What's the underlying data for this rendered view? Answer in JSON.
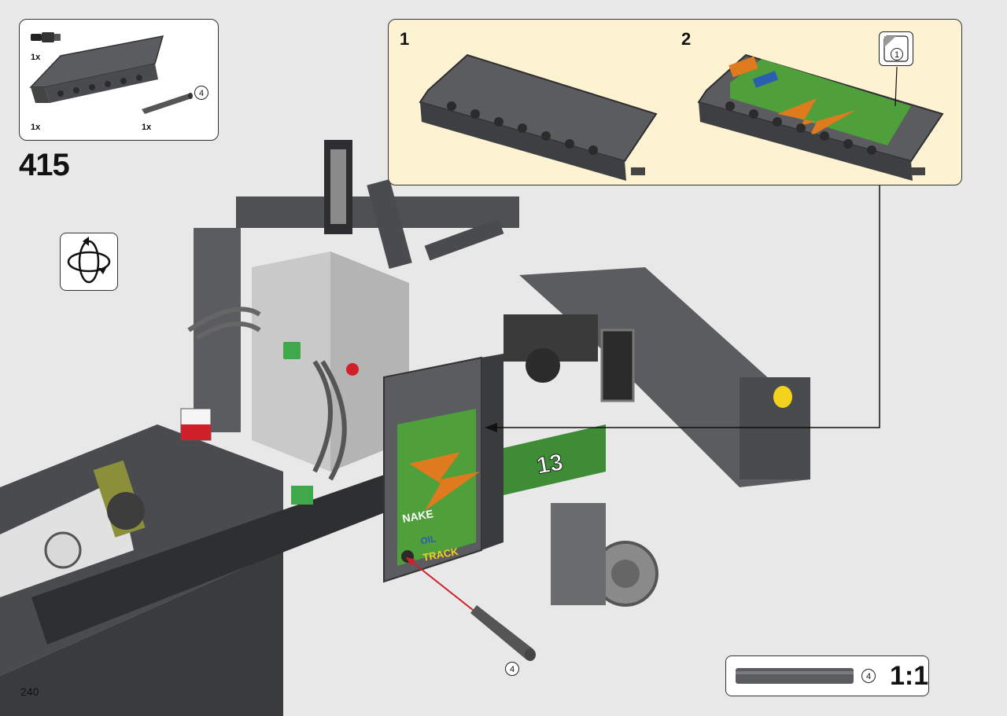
{
  "step": {
    "number": "415"
  },
  "parts_list": [
    {
      "qty": "1x",
      "part": "connector-pin"
    },
    {
      "qty": "1x",
      "part": "panel-plate"
    },
    {
      "qty": "1x",
      "part": "axle",
      "length": "4"
    }
  ],
  "substeps": [
    {
      "number": "1"
    },
    {
      "number": "2",
      "sticker": "1"
    }
  ],
  "sticker_texts": {
    "number": "13",
    "brand1": "NAKE",
    "brand2": "OIL",
    "brand3": "TRACK"
  },
  "main_axle_callout": "4",
  "scale_callout": {
    "length": "4",
    "ratio": "1:1"
  },
  "page_number": "240",
  "icons": {
    "rotate": "rotate-model-icon"
  },
  "colors": {
    "callout_bg": "#fdf3d2",
    "sticker_green": "#4f9f3a",
    "sticker_orange": "#e07a1f",
    "pointer_red": "#d0202a",
    "brick_gray": "#5b5d61"
  }
}
